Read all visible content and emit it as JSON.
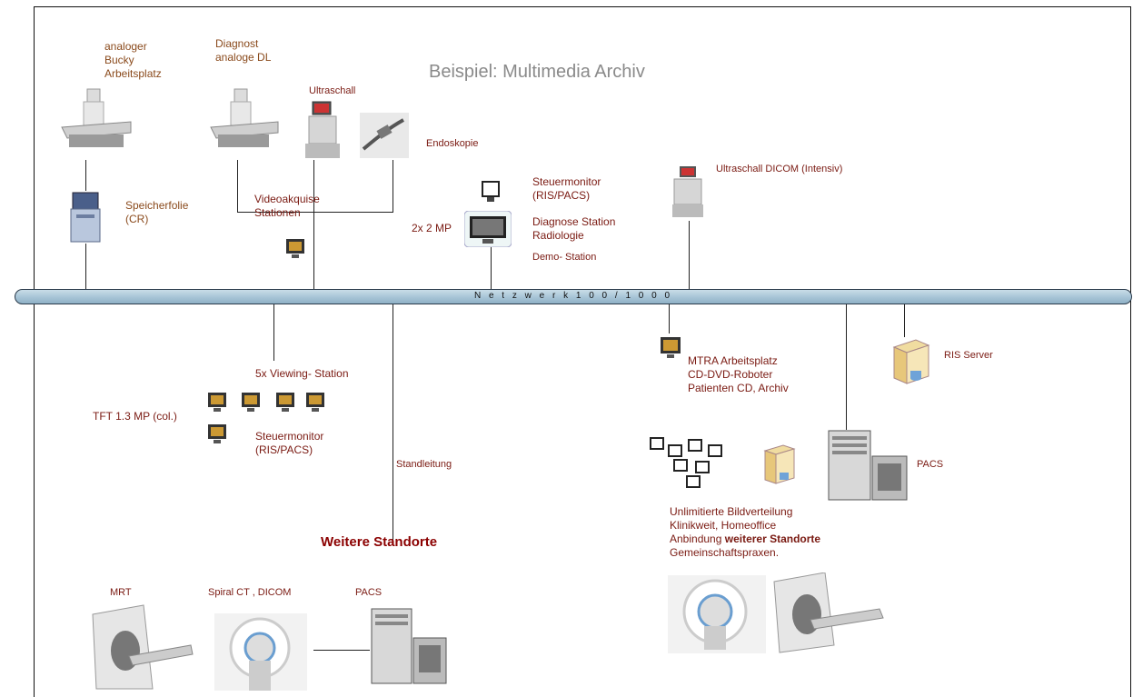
{
  "title": "Beispiel: Multimedia Archiv",
  "network_label": "N e t z w e r k  1 0 0 / 1 0 0 0",
  "labels": {
    "analoger": "analoger\nBucky\nArbeitsplatz",
    "diagnost": "Diagnost\nanaloge DL",
    "ultraschall": "Ultraschall",
    "endoskopie": "Endoskopie",
    "speicherfolie": "Speicherfolie\n(CR)",
    "videoakquise": "Videoakquise\nStationen",
    "steuermonitor_top": "Steuermonitor\n(RIS/PACS)",
    "diagnose_station": "Diagnose Station\nRadiologie",
    "demo_station": "Demo- Station",
    "two_mp": "2x 2 MP",
    "ultraschall_dicom": "Ultraschall DICOM (Intensiv)",
    "viewing": "5x Viewing- Station",
    "tft": "TFT 1.3 MP (col.)",
    "steuermonitor_bottom": "Steuermonitor\n(RIS/PACS)",
    "standleitung": "Standleitung",
    "weitere": "Weitere Standorte",
    "mtra": "MTRA Arbeitsplatz\nCD-DVD-Roboter\nPatienten CD, Archiv",
    "ris_server": "RIS Server",
    "pacs_right": "PACS",
    "unlimitierte_1": "Unlimitierte Bildverteilung\nKlinikweit, Homeoffice\nAnbindung ",
    "unlimitierte_bold": "weiterer Standorte",
    "unlimitierte_2": "Gemeinschaftspraxen.",
    "mrt": "MRT",
    "spiral_ct": "Spiral CT , DICOM",
    "pacs_bottom": "PACS"
  },
  "colors": {
    "label": "#7a1a12",
    "label_brown": "#8a4a1c",
    "title": "#8a8a8a",
    "bus": "#a7c4d6"
  }
}
